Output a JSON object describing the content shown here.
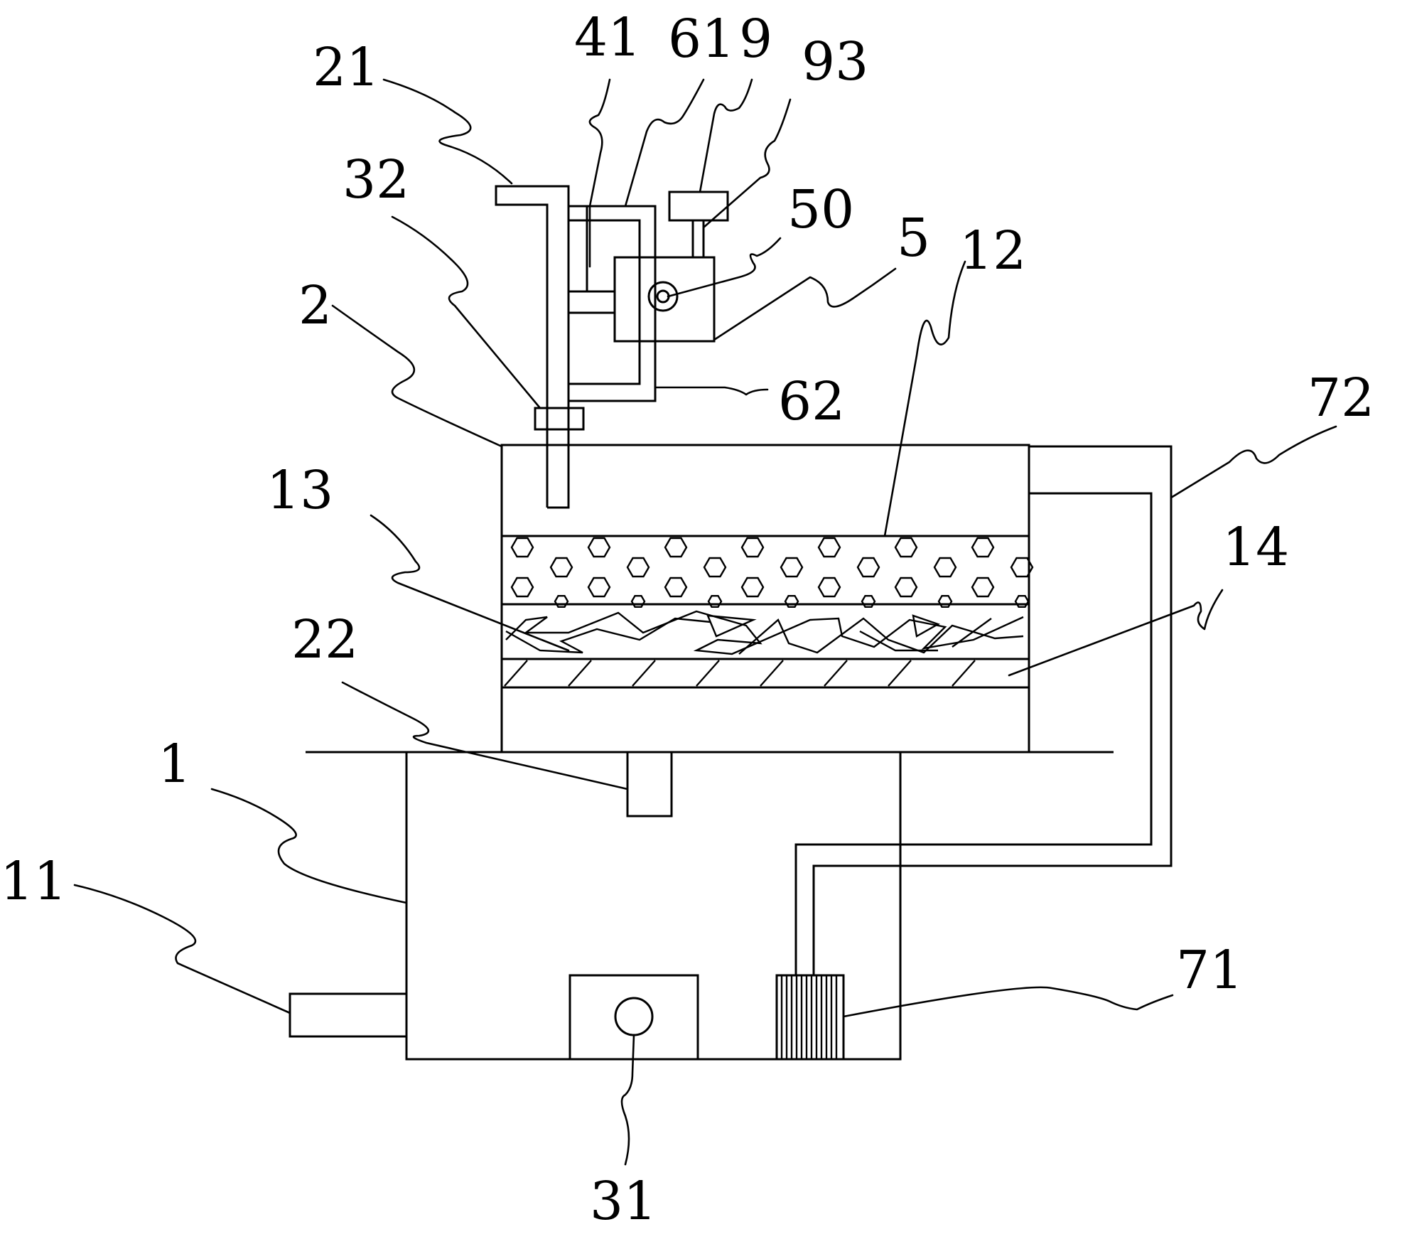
{
  "figure": {
    "labels": {
      "l1": "1",
      "l2": "2",
      "l5": "5",
      "l9": "9",
      "l11": "11",
      "l12": "12",
      "l13": "13",
      "l14": "14",
      "l21": "21",
      "l22": "22",
      "l31": "31",
      "l32": "32",
      "l41": "41",
      "l50": "50",
      "l61": "61",
      "l62": "62",
      "l71": "71",
      "l72": "72",
      "l93": "93"
    }
  }
}
